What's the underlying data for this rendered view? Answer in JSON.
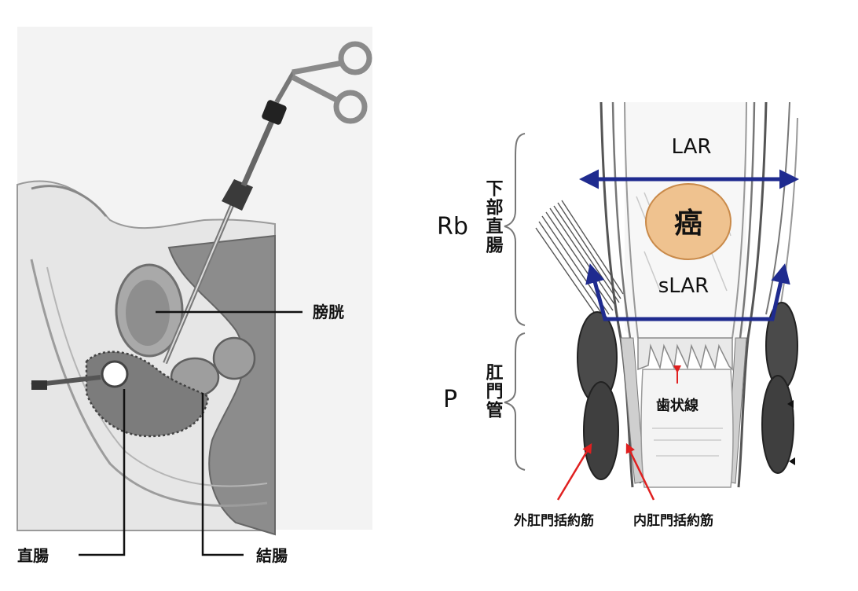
{
  "left_panel": {
    "labels": {
      "bladder": "膀胱",
      "rectum": "直腸",
      "colon": "結腸"
    }
  },
  "right_panel": {
    "labels": {
      "rb_abbrev": "Rb",
      "rb_name": "下部直腸",
      "p_abbrev": "P",
      "p_name": "肛門管",
      "lar": "LAR",
      "slar": "sLAR",
      "cancer": "癌",
      "dentate_line": "歯状線",
      "external_sphincter": "外肛門括約筋",
      "internal_sphincter": "内肛門括約筋"
    },
    "colors": {
      "arrow_blue": "#1f2b8f",
      "pointer_red": "#e02020",
      "tumor_fill": "#efc28f",
      "tumor_stroke": "#c98a4a"
    }
  }
}
